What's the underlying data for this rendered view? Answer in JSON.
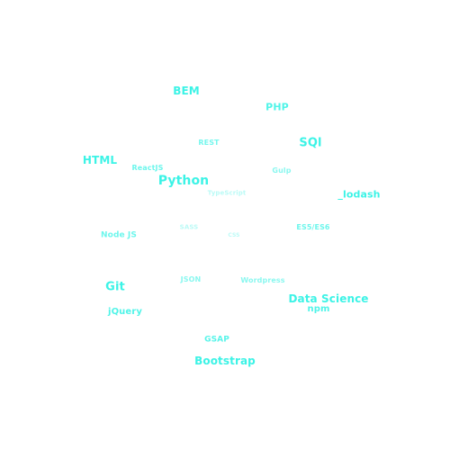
{
  "word_cloud": {
    "accent_color": "#3cf3e6",
    "words": [
      {
        "id": "bem",
        "text": "BEM"
      },
      {
        "id": "php",
        "text": "PHP"
      },
      {
        "id": "rest",
        "text": "REST"
      },
      {
        "id": "sql",
        "text": "SQl"
      },
      {
        "id": "html",
        "text": "HTML"
      },
      {
        "id": "reactjs",
        "text": "ReactJS"
      },
      {
        "id": "gulp",
        "text": "Gulp"
      },
      {
        "id": "python",
        "text": "Python"
      },
      {
        "id": "lodash",
        "text": "_lodash"
      },
      {
        "id": "typescript",
        "text": "TypeScript"
      },
      {
        "id": "node-js",
        "text": "Node JS"
      },
      {
        "id": "sass",
        "text": "SASS"
      },
      {
        "id": "css",
        "text": "CSS"
      },
      {
        "id": "es5-es6",
        "text": "ES5/ES6"
      },
      {
        "id": "json",
        "text": "JSON"
      },
      {
        "id": "wordpress",
        "text": "Wordpress"
      },
      {
        "id": "git",
        "text": "Git"
      },
      {
        "id": "data-science",
        "text": "Data Science"
      },
      {
        "id": "npm",
        "text": "npm"
      },
      {
        "id": "jquery",
        "text": "jQuery"
      },
      {
        "id": "gsap",
        "text": "GSAP"
      },
      {
        "id": "bootstrap",
        "text": "Bootstrap"
      }
    ]
  }
}
